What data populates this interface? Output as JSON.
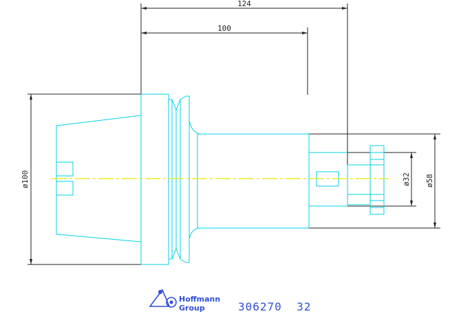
{
  "dimensions": {
    "overall_length": "124",
    "inner_length": "100",
    "left_diameter": "ø100",
    "shank_diameter": "ø58",
    "bore_diameter": "ø32"
  },
  "logo": {
    "line1": "Hoffmann",
    "line2": "Group",
    "icon": "hoffmann-group-logo-icon"
  },
  "part_number": "306270  32",
  "colors": {
    "outline": "#00d2e6",
    "dimension": "#222222",
    "centerline": "#e8e800",
    "brand": "#2f4fd8"
  }
}
